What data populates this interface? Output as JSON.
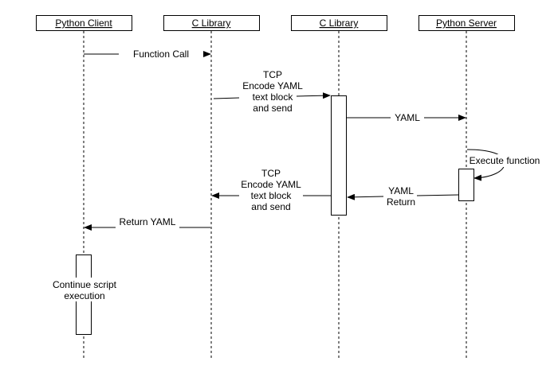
{
  "participants": [
    {
      "id": "p1",
      "label": "Python Client"
    },
    {
      "id": "p2",
      "label": "C Library"
    },
    {
      "id": "p3",
      "label": "C Library"
    },
    {
      "id": "p4",
      "label": "Python Server"
    }
  ],
  "messages": [
    {
      "id": "m1",
      "from": "p1",
      "to": "p2",
      "lines": [
        "Function Call"
      ]
    },
    {
      "id": "m2",
      "from": "p2",
      "to": "p3",
      "lines": [
        "TCP",
        "Encode YAML",
        "text block",
        "and send"
      ]
    },
    {
      "id": "m3",
      "from": "p3",
      "to": "p4",
      "lines": [
        "YAML"
      ]
    },
    {
      "id": "m4",
      "from": "p4",
      "to": "p4",
      "self": true,
      "lines": [
        "Execute function"
      ]
    },
    {
      "id": "m5",
      "from": "p4",
      "to": "p3",
      "lines": [
        "YAML",
        "Return"
      ]
    },
    {
      "id": "m6",
      "from": "p3",
      "to": "p2",
      "lines": [
        "TCP",
        "Encode YAML",
        "text block",
        "and send"
      ]
    },
    {
      "id": "m7",
      "from": "p2",
      "to": "p1",
      "lines": [
        "Return YAML"
      ]
    }
  ],
  "notes": [
    {
      "id": "n1",
      "participant": "p1",
      "lines": [
        "Continue script",
        "execution"
      ]
    }
  ]
}
